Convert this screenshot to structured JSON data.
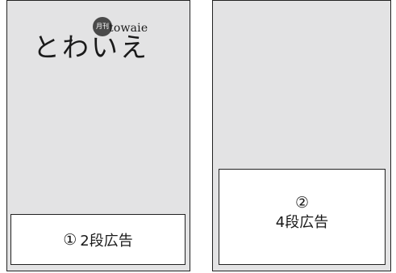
{
  "masthead": {
    "badge": "月刊",
    "brand_latin": "towaie",
    "brand_kana": "とわいえ"
  },
  "ads": [
    {
      "number": "①",
      "label": "2段広告"
    },
    {
      "number": "②",
      "label": "4段広告"
    }
  ],
  "colors": {
    "page_background": "#e3e3e4",
    "ad_background": "#ffffff",
    "border": "#222222",
    "badge": "#4a4a4a"
  }
}
